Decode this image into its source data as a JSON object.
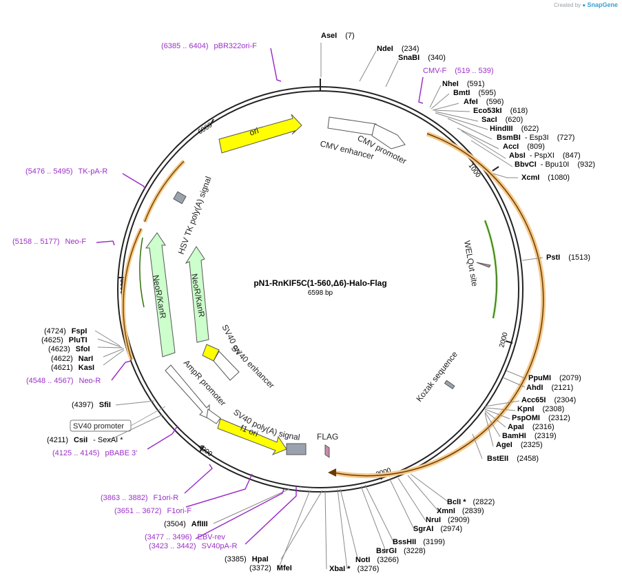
{
  "brand": {
    "created_by": "Created by",
    "app": "SnapGene"
  },
  "plasmid": {
    "name": "pN1-RnKIF5C(1-560,Δ6)-Halo-Flag",
    "size_label": "6598 bp"
  },
  "ticks": [
    "1000",
    "2000",
    "3000",
    "4000",
    "5000",
    "6000"
  ],
  "enzymes": [
    {
      "name": "AseI",
      "pos": "(7)"
    },
    {
      "name": "NdeI",
      "pos": "(234)"
    },
    {
      "name": "SnaBI",
      "pos": "(340)"
    },
    {
      "name": "NheI",
      "pos": "(591)"
    },
    {
      "name": "BmtI",
      "pos": "(595)"
    },
    {
      "name": "AfeI",
      "pos": "(596)"
    },
    {
      "name": "Eco53kI",
      "pos": "(618)"
    },
    {
      "name": "SacI",
      "pos": "(620)"
    },
    {
      "name": "HindIII",
      "pos": "(622)"
    },
    {
      "name": "BsmBI",
      "extra": "- Esp3I",
      "pos": "(727)"
    },
    {
      "name": "AccI",
      "pos": "(809)"
    },
    {
      "name": "AbsI",
      "extra": "- PspXI",
      "pos": "(847)"
    },
    {
      "name": "BbvCI",
      "extra": "- Bpu10I",
      "pos": "(932)"
    },
    {
      "name": "XcmI",
      "pos": "(1080)"
    },
    {
      "name": "PstI",
      "pos": "(1513)"
    },
    {
      "name": "PpuMI",
      "pos": "(2079)"
    },
    {
      "name": "AhdI",
      "pos": "(2121)"
    },
    {
      "name": "Acc65I",
      "pos": "(2304)"
    },
    {
      "name": "KpnI",
      "pos": "(2308)"
    },
    {
      "name": "PspOMI",
      "pos": "(2312)"
    },
    {
      "name": "ApaI",
      "pos": "(2316)"
    },
    {
      "name": "BamHI",
      "pos": "(2319)"
    },
    {
      "name": "AgeI",
      "pos": "(2325)"
    },
    {
      "name": "BstEII",
      "pos": "(2458)"
    },
    {
      "name": "BclI *",
      "pos": "(2822)"
    },
    {
      "name": "XmnI",
      "pos": "(2839)"
    },
    {
      "name": "NruI",
      "pos": "(2909)"
    },
    {
      "name": "SgrAI",
      "pos": "(2974)"
    },
    {
      "name": "BssHII",
      "pos": "(3199)"
    },
    {
      "name": "BsrGI",
      "pos": "(3228)"
    },
    {
      "name": "NotI",
      "pos": "(3266)"
    },
    {
      "name": "XbaI *",
      "pos": "(3276)"
    },
    {
      "name": "MfeI",
      "pos": "(3372)"
    },
    {
      "name": "HpaI",
      "pos": "(3385)"
    },
    {
      "name": "AflIII",
      "pos": "(3504)"
    },
    {
      "name": "CsiI",
      "extra": "- SexAI *",
      "pos": "(4211)"
    },
    {
      "name": "SfiI",
      "pos": "(4397)"
    },
    {
      "name": "KasI",
      "pos": "(4621)"
    },
    {
      "name": "NarI",
      "pos": "(4622)"
    },
    {
      "name": "SfoI",
      "pos": "(4623)"
    },
    {
      "name": "PluTI",
      "pos": "(4625)"
    },
    {
      "name": "FspI",
      "pos": "(4724)"
    }
  ],
  "primers": [
    {
      "range": "(6385 .. 6404)",
      "name": "pBR322ori-F"
    },
    {
      "range": "(519 .. 539)",
      "name": "CMV-F"
    },
    {
      "range": "(5476 .. 5495)",
      "name": "TK-pA-R"
    },
    {
      "range": "(5158 .. 5177)",
      "name": "Neo-F"
    },
    {
      "range": "(4548 .. 4567)",
      "name": "Neo-R"
    },
    {
      "range": "(4125 .. 4145)",
      "name": "pBABE 3'"
    },
    {
      "range": "(3863 .. 3882)",
      "name": "F1ori-R"
    },
    {
      "range": "(3651 .. 3672)",
      "name": "F1ori-F"
    },
    {
      "range": "(3477 .. 3496)",
      "name": "EBV-rev"
    },
    {
      "range": "(3423 .. 3442)",
      "name": "SV40pA-R"
    }
  ],
  "features": {
    "ori": "ori",
    "cmv_enhancer": "CMV enhancer",
    "cmv_promoter": "CMV promoter",
    "hsv_tk": "HSV TK poly(A) signal",
    "neor_outer": "NeoR/KanR",
    "neor_inner": "NeoR/KanR",
    "sv40_ori": "SV40 ori",
    "sv40_enhancer": "SV40 enhancer",
    "ampr_promoter": "AmpR promoter",
    "sv40_polya": "SV40 poly(A) signal",
    "f1_ori": "f1 ori",
    "flag": "FLAG",
    "welqut": "WELQut site",
    "kozak": "Kozak sequence",
    "sv40_promoter_box": "SV40 promoter"
  },
  "colors": {
    "primer": "#9b2fc9",
    "ori": "#ffff00",
    "neor": "#ccffcc",
    "orf": "#f5c98a",
    "backbone": "#222222"
  }
}
